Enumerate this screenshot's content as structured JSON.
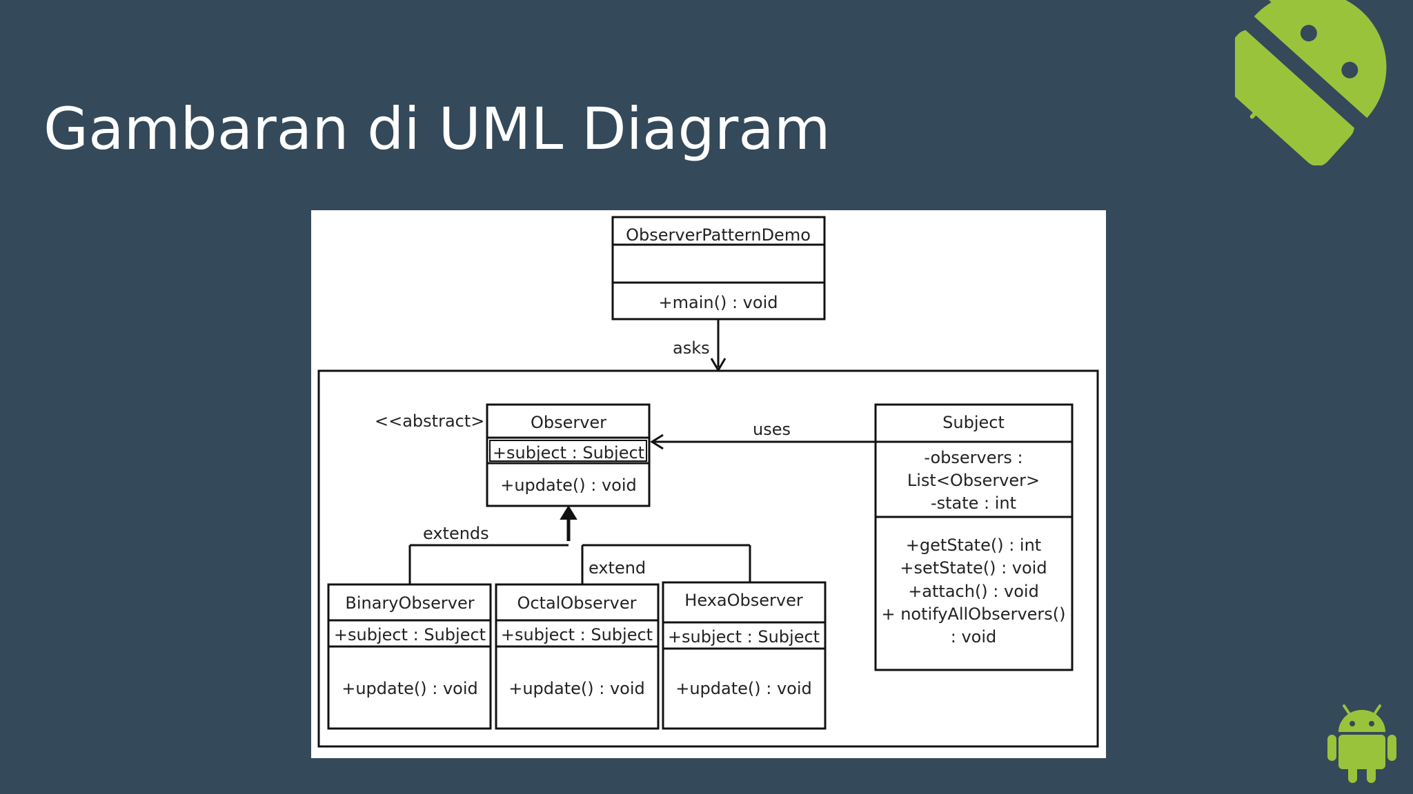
{
  "slide": {
    "title": "Gambaran di UML Diagram"
  },
  "colors": {
    "background": "#34495a",
    "android_green": "#9ac33c",
    "panel": "#ffffff",
    "line": "#111111"
  },
  "icons": {
    "top_right": "android-head-icon",
    "bottom_right": "android-robot-icon"
  },
  "diagram": {
    "demo": {
      "name": "ObserverPatternDemo",
      "method": "+main()  : void"
    },
    "asks_label": "asks",
    "abstract_stereotype": "<<abstract>>",
    "observer": {
      "name": "Observer",
      "attribute": "+subject  : Subject",
      "method": "+update()  : void"
    },
    "uses_label": "uses",
    "subject": {
      "name": "Subject",
      "attributes": [
        "-observers  :",
        "List<Observer>",
        "-state : int"
      ],
      "methods": [
        "+getState() : int",
        "+setState()  : void",
        "+attach() : void",
        "+ notifyAllObservers()",
        ": void"
      ]
    },
    "extends_label": "extends",
    "extend_label": "extend",
    "binary": {
      "name": "BinaryObserver",
      "attribute": "+subject  : Subject",
      "method": "+update()  : void"
    },
    "octal": {
      "name": "OctalObserver",
      "attribute": "+subject  : Subject",
      "method": "+update()  : void"
    },
    "hexa": {
      "name": "HexaObserver",
      "attribute": "+subject  : Subject",
      "method": "+update()  : void"
    }
  }
}
